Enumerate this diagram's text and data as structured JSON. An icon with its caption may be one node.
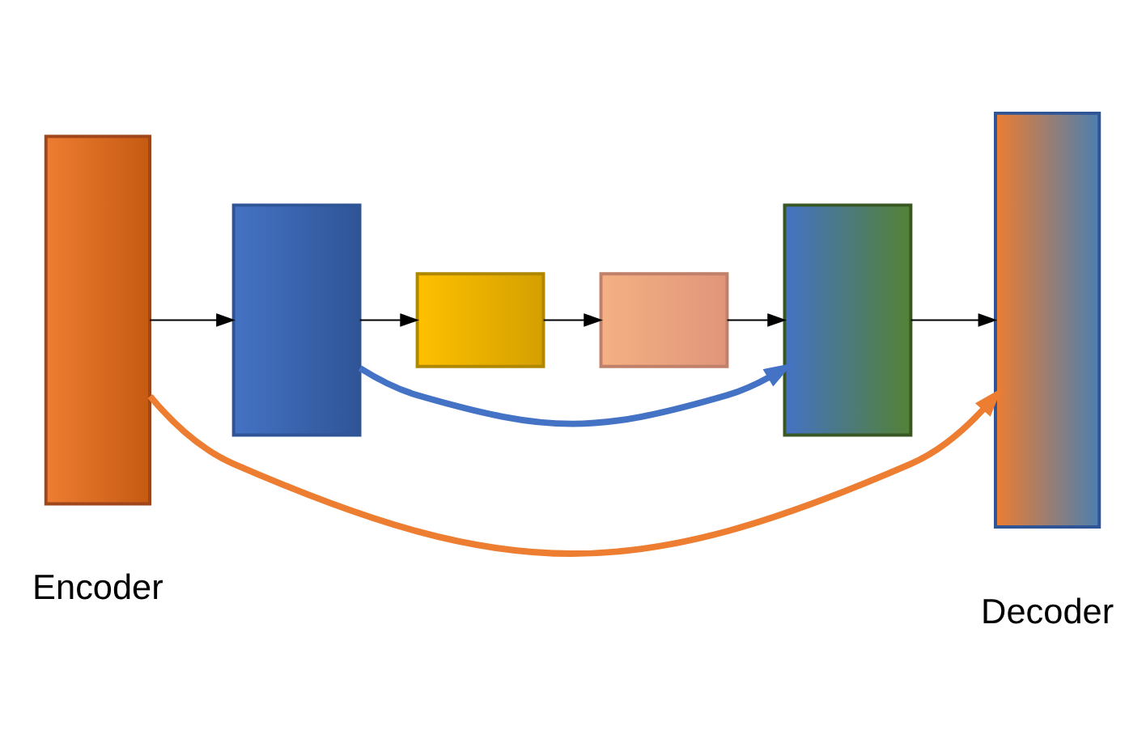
{
  "diagram": {
    "nodes": [
      {
        "text": [],
        "shape": "box"
      },
      {
        "text": [],
        "shape": "box"
      },
      {
        "text": [],
        "shape": "box"
      },
      {
        "text": [],
        "shape": "box"
      },
      {
        "text": [],
        "shape": "box"
      },
      {
        "text": [],
        "shape": "box"
      }
    ],
    "edges": [
      {
        "from": 0,
        "to": 1,
        "arrow": "to"
      },
      {
        "from": 1,
        "to": 2,
        "arrow": "to"
      },
      {
        "from": 2,
        "to": 3,
        "arrow": "to"
      },
      {
        "from": 3,
        "to": 4,
        "arrow": "to"
      },
      {
        "from": 4,
        "to": 5,
        "arrow": "to"
      },
      {
        "from": 0,
        "to": 5,
        "arrow": "to",
        "style": "thick",
        "color": "#ed7d31"
      },
      {
        "from": 1,
        "to": 4,
        "arrow": "to",
        "style": "thick",
        "color": "#4472c4"
      }
    ],
    "labels": [
      "Encoder",
      "Decoder"
    ]
  }
}
